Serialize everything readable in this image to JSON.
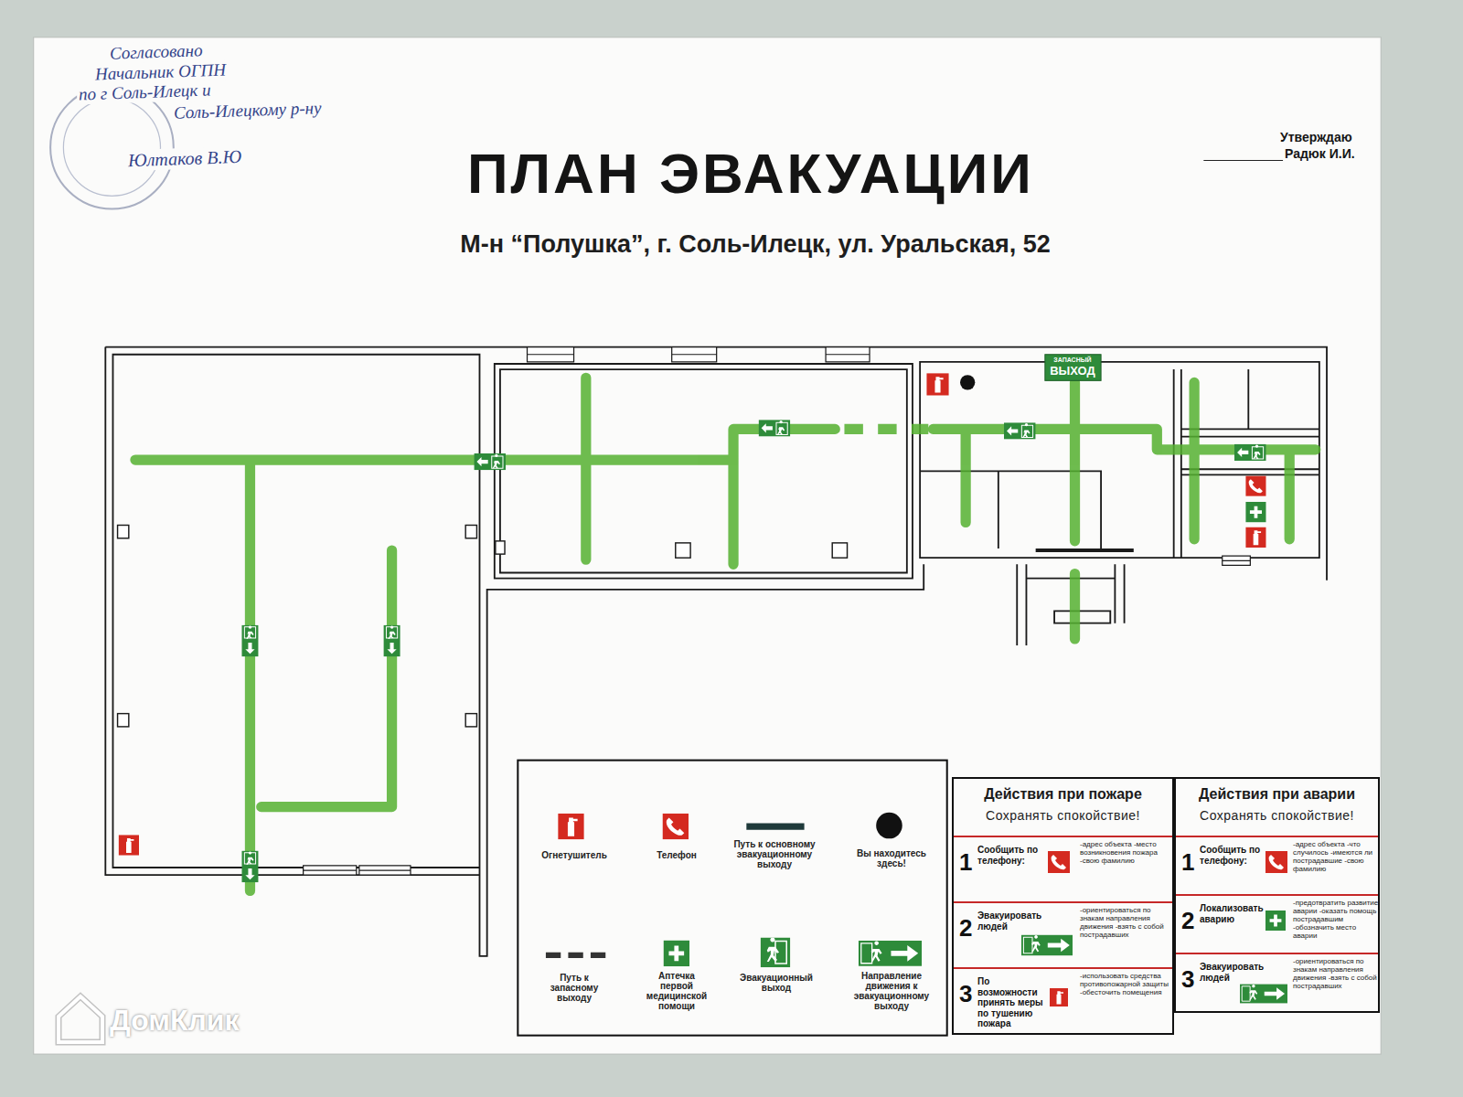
{
  "diagram": {
    "title": "ПЛАН ЭВАКУАЦИИ",
    "nodes": [
      {
        "text": [
          "Действия при пожаре",
          "Сохранять спокойствие!"
        ]
      },
      {
        "text": [
          "1",
          "Сообщить по телефону:",
          "-адрес объекта -место возникновения пожара -свою фамилию"
        ],
        "in": 0
      },
      {
        "text": [
          "2",
          "Эвакуировать людей",
          "-ориентироваться по знакам направления движения -взять с собой пострадавших"
        ],
        "in": 0
      },
      {
        "text": [
          "3",
          "По возможности принять меры по тушению пожара",
          "-использовать средства противопожарной защиты -обесточить помещения"
        ],
        "in": 0
      },
      {
        "text": [
          "Действия при аварии",
          "Сохранять спокойствие!"
        ]
      },
      {
        "text": [
          "1",
          "Сообщить по телефону:",
          "-адрес объекта -что случилось -имеются ли пострадавшие -свою фамилию"
        ],
        "in": 4
      },
      {
        "text": [
          "2",
          "Локализовать аварию",
          "-предотвратить развитие аварии -оказать помощь пострадавшим -обозначить место аварии"
        ],
        "in": 4
      },
      {
        "text": [
          "3",
          "Эвакуировать людей",
          "-ориентироваться по знакам направления движения -взять с собой пострадавших"
        ],
        "in": 4
      }
    ],
    "labels": [
      "Согласовано",
      "Начальник ОГПН",
      "по г Соль-Илецк и",
      "Соль-Илецкому р-ну",
      "Юлтаков В.Ю",
      "Утверждаю",
      "Радюк И.И.",
      "М-н “Полушка”, г. Соль-Илецк, ул. Уральская, 52",
      "ЗАПАСНЫЙ",
      "ВЫХОД",
      "ДомКлик"
    ],
    "legend": [
      {
        "text": "Огнетушитель"
      },
      {
        "text": "Телефон"
      },
      {
        "text": "Путь к основному эвакуационному выходу"
      },
      {
        "text": "Вы находитесь здесь!"
      },
      {
        "text": "Путь к запасному выходу"
      },
      {
        "text": "Аптечка первой медицинской помощи"
      },
      {
        "text": "Эвакуационный выход"
      },
      {
        "text": "Направление движения к эвакуационному выходу"
      }
    ]
  }
}
